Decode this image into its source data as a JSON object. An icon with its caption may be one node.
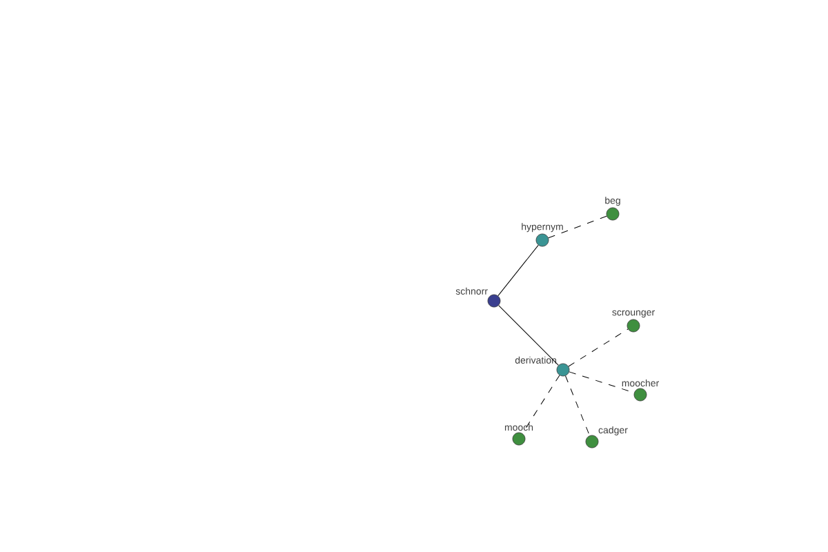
{
  "diagram": {
    "nodes": [
      {
        "text": [
          "schnorr"
        ]
      },
      {
        "text": [
          "hypernym"
        ]
      },
      {
        "text": [
          "beg"
        ]
      },
      {
        "text": [
          "derivation"
        ]
      },
      {
        "text": [
          "scrounger"
        ]
      },
      {
        "text": [
          "moocher"
        ]
      },
      {
        "text": [
          "mooch"
        ]
      },
      {
        "text": [
          "cadger"
        ]
      }
    ],
    "edges": [
      {
        "from": 0,
        "to": 1,
        "arrow": "none"
      },
      {
        "from": 0,
        "to": 3,
        "arrow": "none"
      },
      {
        "from": 1,
        "to": 2,
        "arrow": "none",
        "style": "dashed"
      },
      {
        "from": 3,
        "to": 4,
        "arrow": "none",
        "style": "dashed"
      },
      {
        "from": 3,
        "to": 5,
        "arrow": "none",
        "style": "dashed"
      },
      {
        "from": 3,
        "to": 6,
        "arrow": "none",
        "style": "dashed"
      },
      {
        "from": 3,
        "to": 7,
        "arrow": "none",
        "style": "dashed"
      }
    ]
  }
}
